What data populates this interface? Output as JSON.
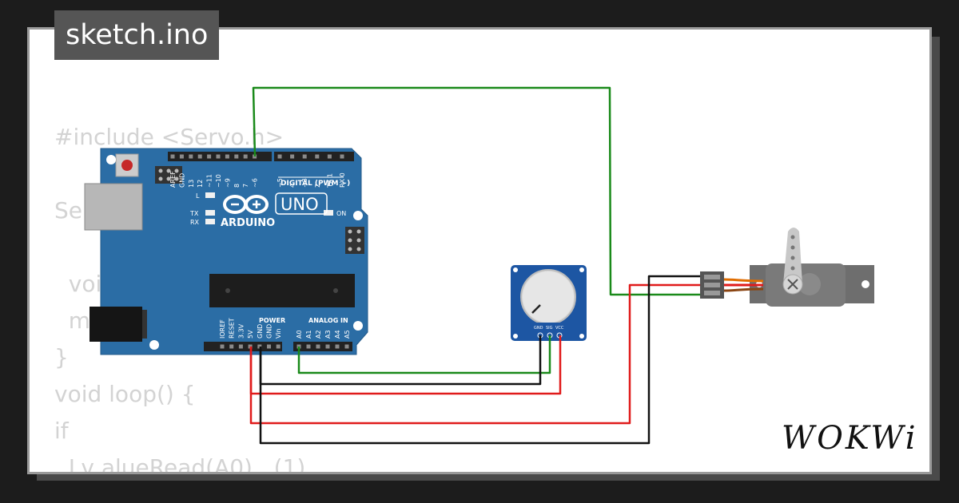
{
  "tab": {
    "filename": "sketch.ino"
  },
  "code_lines": [
    "#include <Servo.h>",
    "",
    "Se",
    "",
    "  voi",
    "  m",
    "}",
    "void loop() {",
    "if",
    "  Lv alueRead(A0)   (1)"
  ],
  "arduino": {
    "brand": "ARDUINO",
    "model": "UNO",
    "digital_header": "DIGITAL (PWM ~)",
    "power_header": "POWER",
    "analog_header": "ANALOG IN",
    "on_label": "ON",
    "l_label": "L",
    "tx_label": "TX",
    "rx_label": "RX",
    "digital_pins": [
      "AREF",
      "GND",
      "13",
      "12",
      "~11",
      "~10",
      "~9",
      "8",
      "7",
      "~6",
      "~5",
      "4",
      "~3",
      "2",
      "TX 1",
      "RX 0"
    ],
    "power_pins": [
      "IOREF",
      "RESET",
      "3.3V",
      "5V",
      "GND",
      "GND",
      "Vin"
    ],
    "analog_pins": [
      "A0",
      "A1",
      "A2",
      "A3",
      "A4",
      "A5"
    ]
  },
  "potentiometer": {
    "pins": [
      "GND",
      "SIG",
      "VCC"
    ]
  },
  "brand": "WOKWi",
  "colors": {
    "board_blue": "#2b6da5",
    "wire_green": "#1a8a1a",
    "wire_red": "#e01b1b",
    "wire_black": "#111111",
    "servo_gray": "#6e6e6e"
  }
}
